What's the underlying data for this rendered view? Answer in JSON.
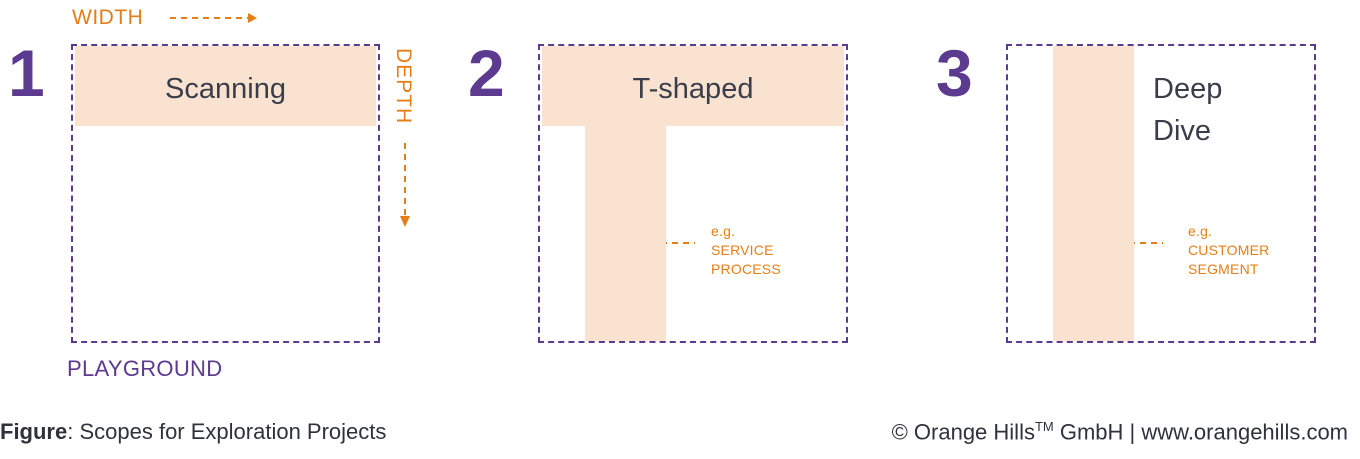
{
  "colors": {
    "purple": "#5b3a8f",
    "orange": "#e67e17",
    "fill": "#f9e3d0",
    "text": "#3a3d4a"
  },
  "panels": [
    {
      "number": "1",
      "label": "Scanning"
    },
    {
      "number": "2",
      "label": "T-shaped",
      "note": [
        "e.g.",
        "SERVICE",
        "PROCESS"
      ]
    },
    {
      "number": "3",
      "label_lines": [
        "Deep",
        "Dive"
      ],
      "note": [
        "e.g.",
        "CUSTOMER",
        "SEGMENT"
      ]
    }
  ],
  "axes": {
    "width": "WIDTH",
    "depth": "DEPTH",
    "playground": "PLAYGROUND"
  },
  "footer": {
    "figure_bold": "Figure",
    "figure_text": ": Scopes for Exploration Projects",
    "copyright_pre": "© Orange Hills",
    "tm": "TM",
    "copyright_post": " GmbH | www.orangehills.com"
  }
}
